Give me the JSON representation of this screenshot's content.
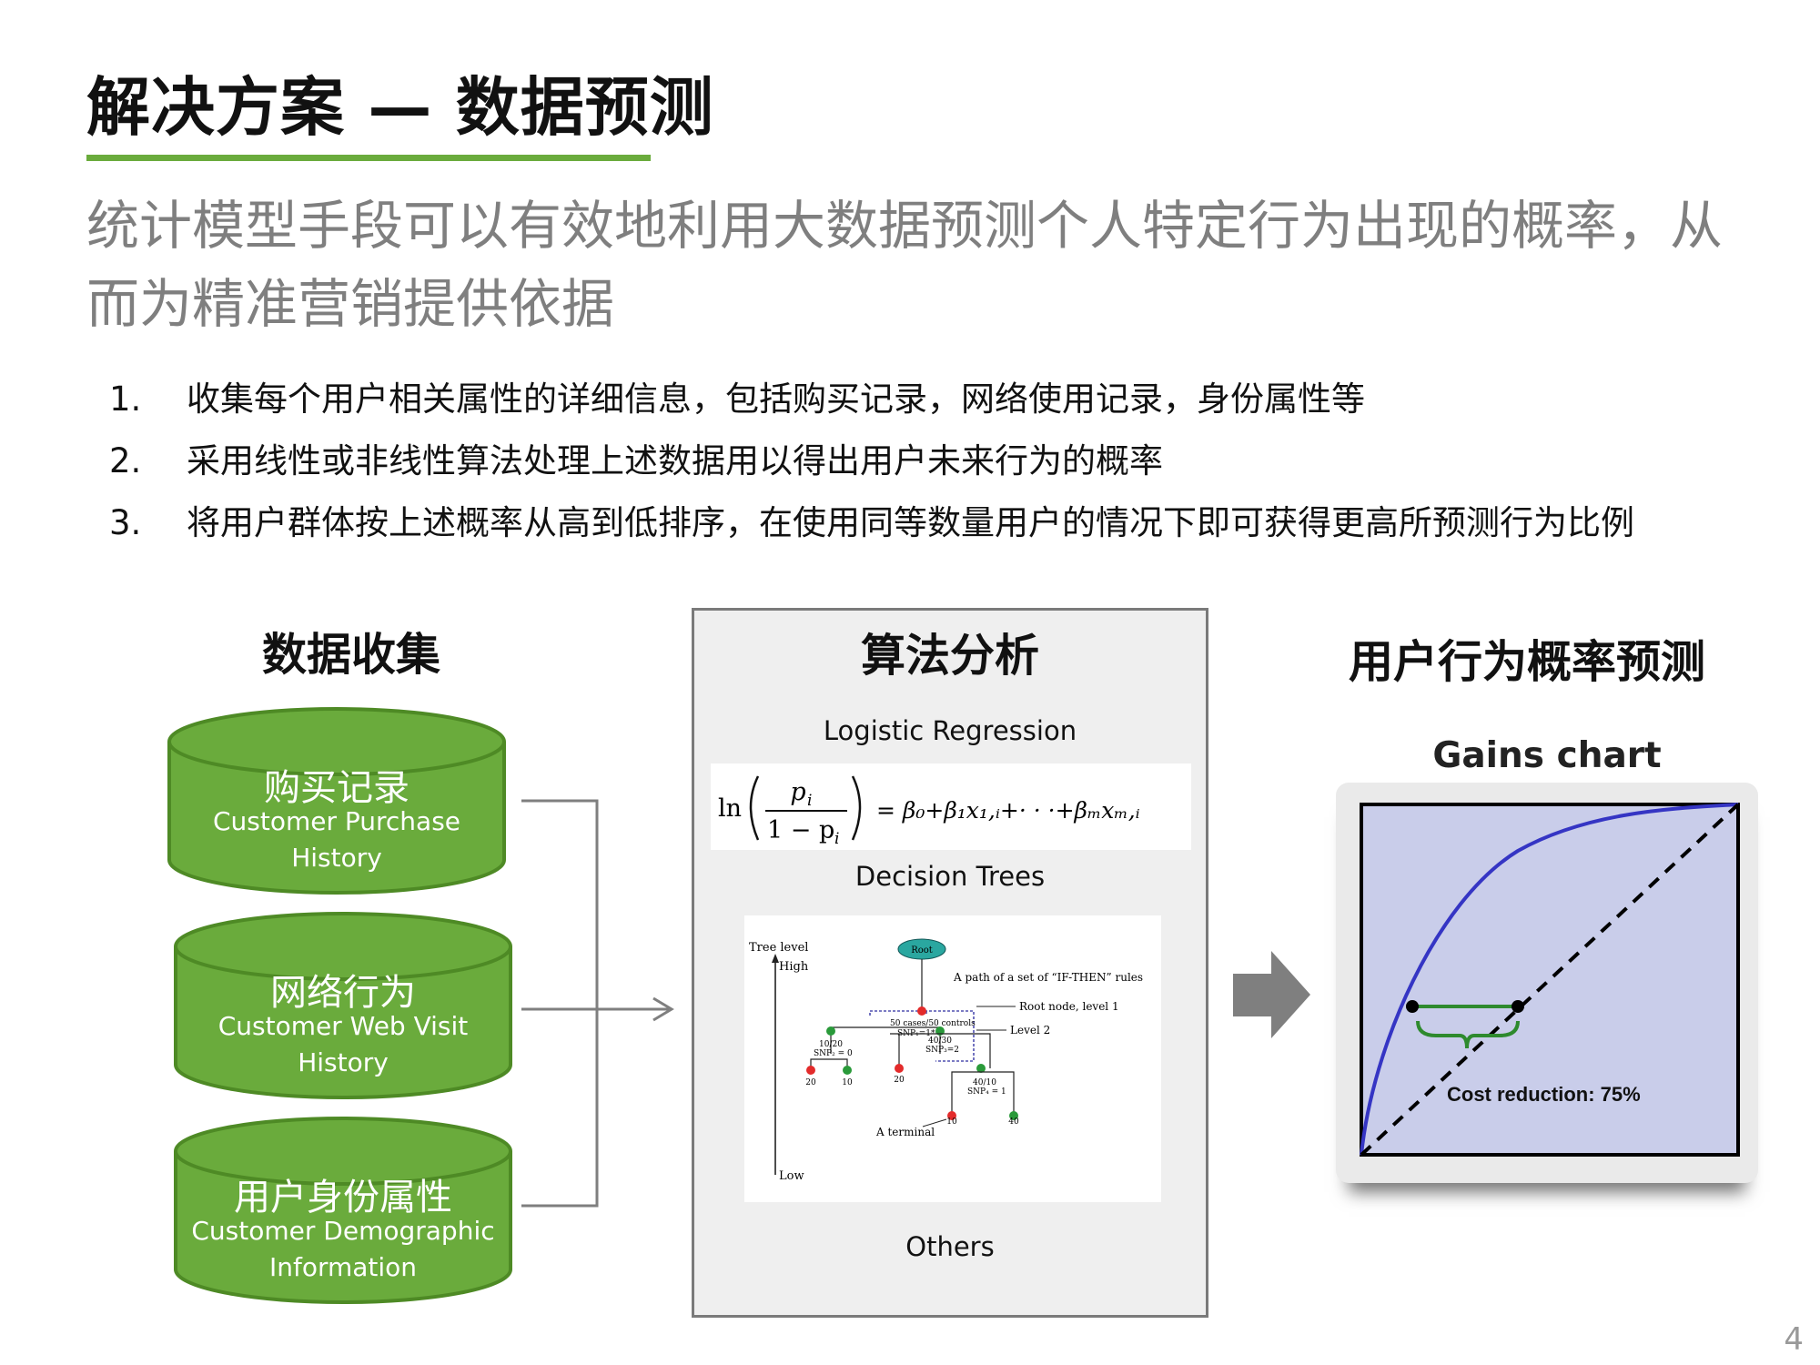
{
  "title": "解决方案 — 数据预测",
  "subtitle": "统计模型手段可以有效地利用大数据预测个人特定行为出现的概率，从而为精准营销提供依据",
  "steps": [
    {
      "num": "1.",
      "text": "收集每个用户相关属性的详细信息，包括购买记录，网络使用记录，身份属性等"
    },
    {
      "num": "2.",
      "text": "采用线性或非线性算法处理上述数据用以得出用户未来行为的概率"
    },
    {
      "num": "3.",
      "text": "将用户群体按上述概率从高到低排序，在使用同等数量用户的情况下即可获得更高所预测行为比例"
    }
  ],
  "collection": {
    "heading": "数据收集",
    "items": [
      {
        "cn": "购买记录",
        "en1": "Customer Purchase",
        "en2": "History"
      },
      {
        "cn": "网络行为",
        "en1": "Customer Web Visit",
        "en2": "History"
      },
      {
        "cn": "用户身份属性",
        "en1": "Customer Demographic",
        "en2": "Information"
      }
    ]
  },
  "algorithm": {
    "heading": "算法分析",
    "logistic_label": "Logistic Regression",
    "formula": {
      "ln": "ln",
      "num": "p",
      "num_sub": "i",
      "den": "1 − p",
      "den_sub": "i",
      "rhs": "= β₀+β₁x₁,ᵢ+· · ·+βₘxₘ,ᵢ"
    },
    "tree_label": "Decision Trees",
    "others_label": "Others",
    "tree": {
      "tree_level": "Tree level",
      "high": "High",
      "low": "Low",
      "root": "Root",
      "path_note": "A path of a set of “IF-THEN” rules",
      "root_node_note": "Root node, level 1",
      "level2_note": "Level 2",
      "root_counts": "50 cases/50 controls",
      "root_rule": "SNP₁=1*",
      "left_counts": "10/20",
      "left_rule": "SNP₂ = 0",
      "mid_counts": "40/30",
      "mid_rule": "SNP₃=2",
      "deep_counts": "40/10",
      "deep_rule": "SNP₄ = 1",
      "leaf_values": [
        "20",
        "10",
        "20",
        "10",
        "40"
      ],
      "terminal_note": "A terminal"
    }
  },
  "prediction": {
    "heading": "用户行为概率预测",
    "chart_title": "Gains chart",
    "annotation": "Cost reduction: 75%"
  },
  "page_number": "4",
  "colors": {
    "accent_green": "#6aab3c",
    "cylinder_green": "#6aab3c",
    "cylinder_border": "#4e8a25",
    "chart_bg": "#c9cdea",
    "curve_blue": "#3535c4",
    "arrow_gray": "#7f7f7f",
    "leaf_red": "#e32b2b",
    "leaf_green": "#2a9a3a",
    "root_teal": "#2aa7a0"
  }
}
